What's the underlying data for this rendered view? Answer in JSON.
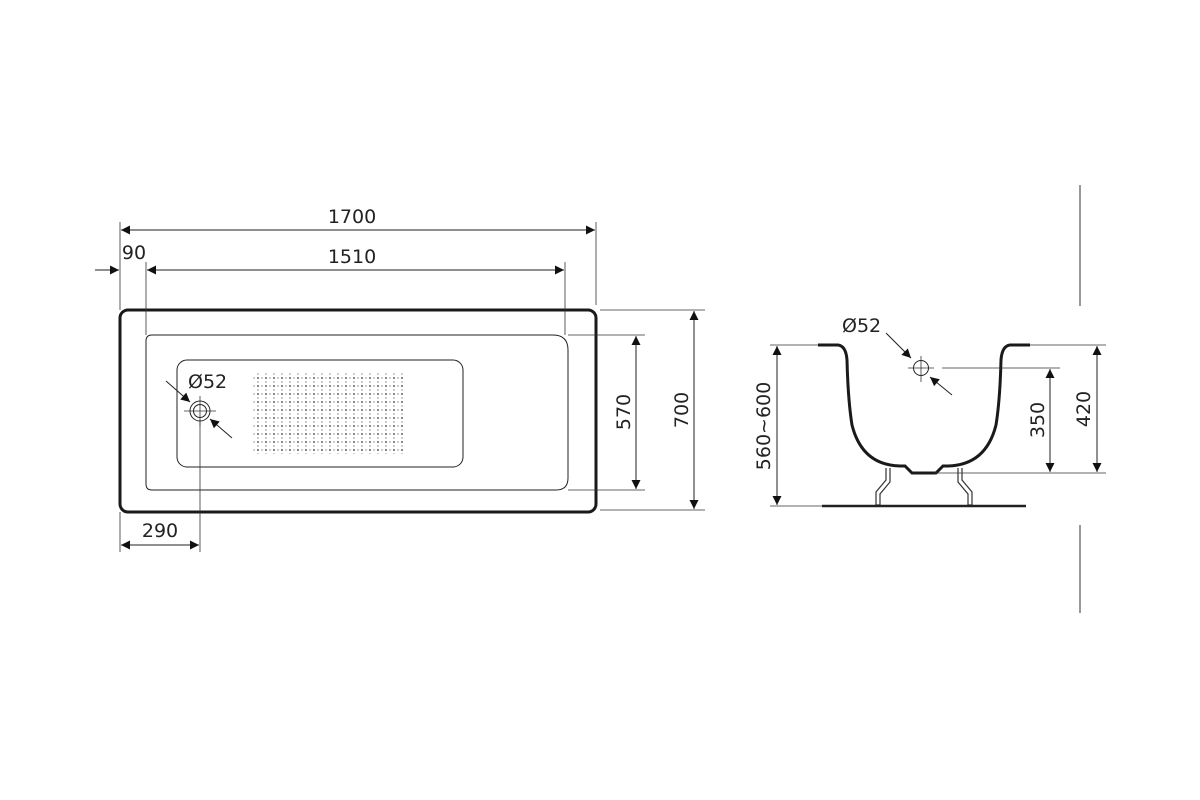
{
  "drawing": {
    "top_view": {
      "overall_length": "1700",
      "inner_length": "1510",
      "rim_offset": "90",
      "inner_width": "570",
      "overall_width": "700",
      "drain_offset": "290",
      "drain_diameter": "Ø52"
    },
    "side_view": {
      "overflow_diameter": "Ø52",
      "total_height": "560~600",
      "overflow_height": "350",
      "tub_depth": "420"
    }
  }
}
